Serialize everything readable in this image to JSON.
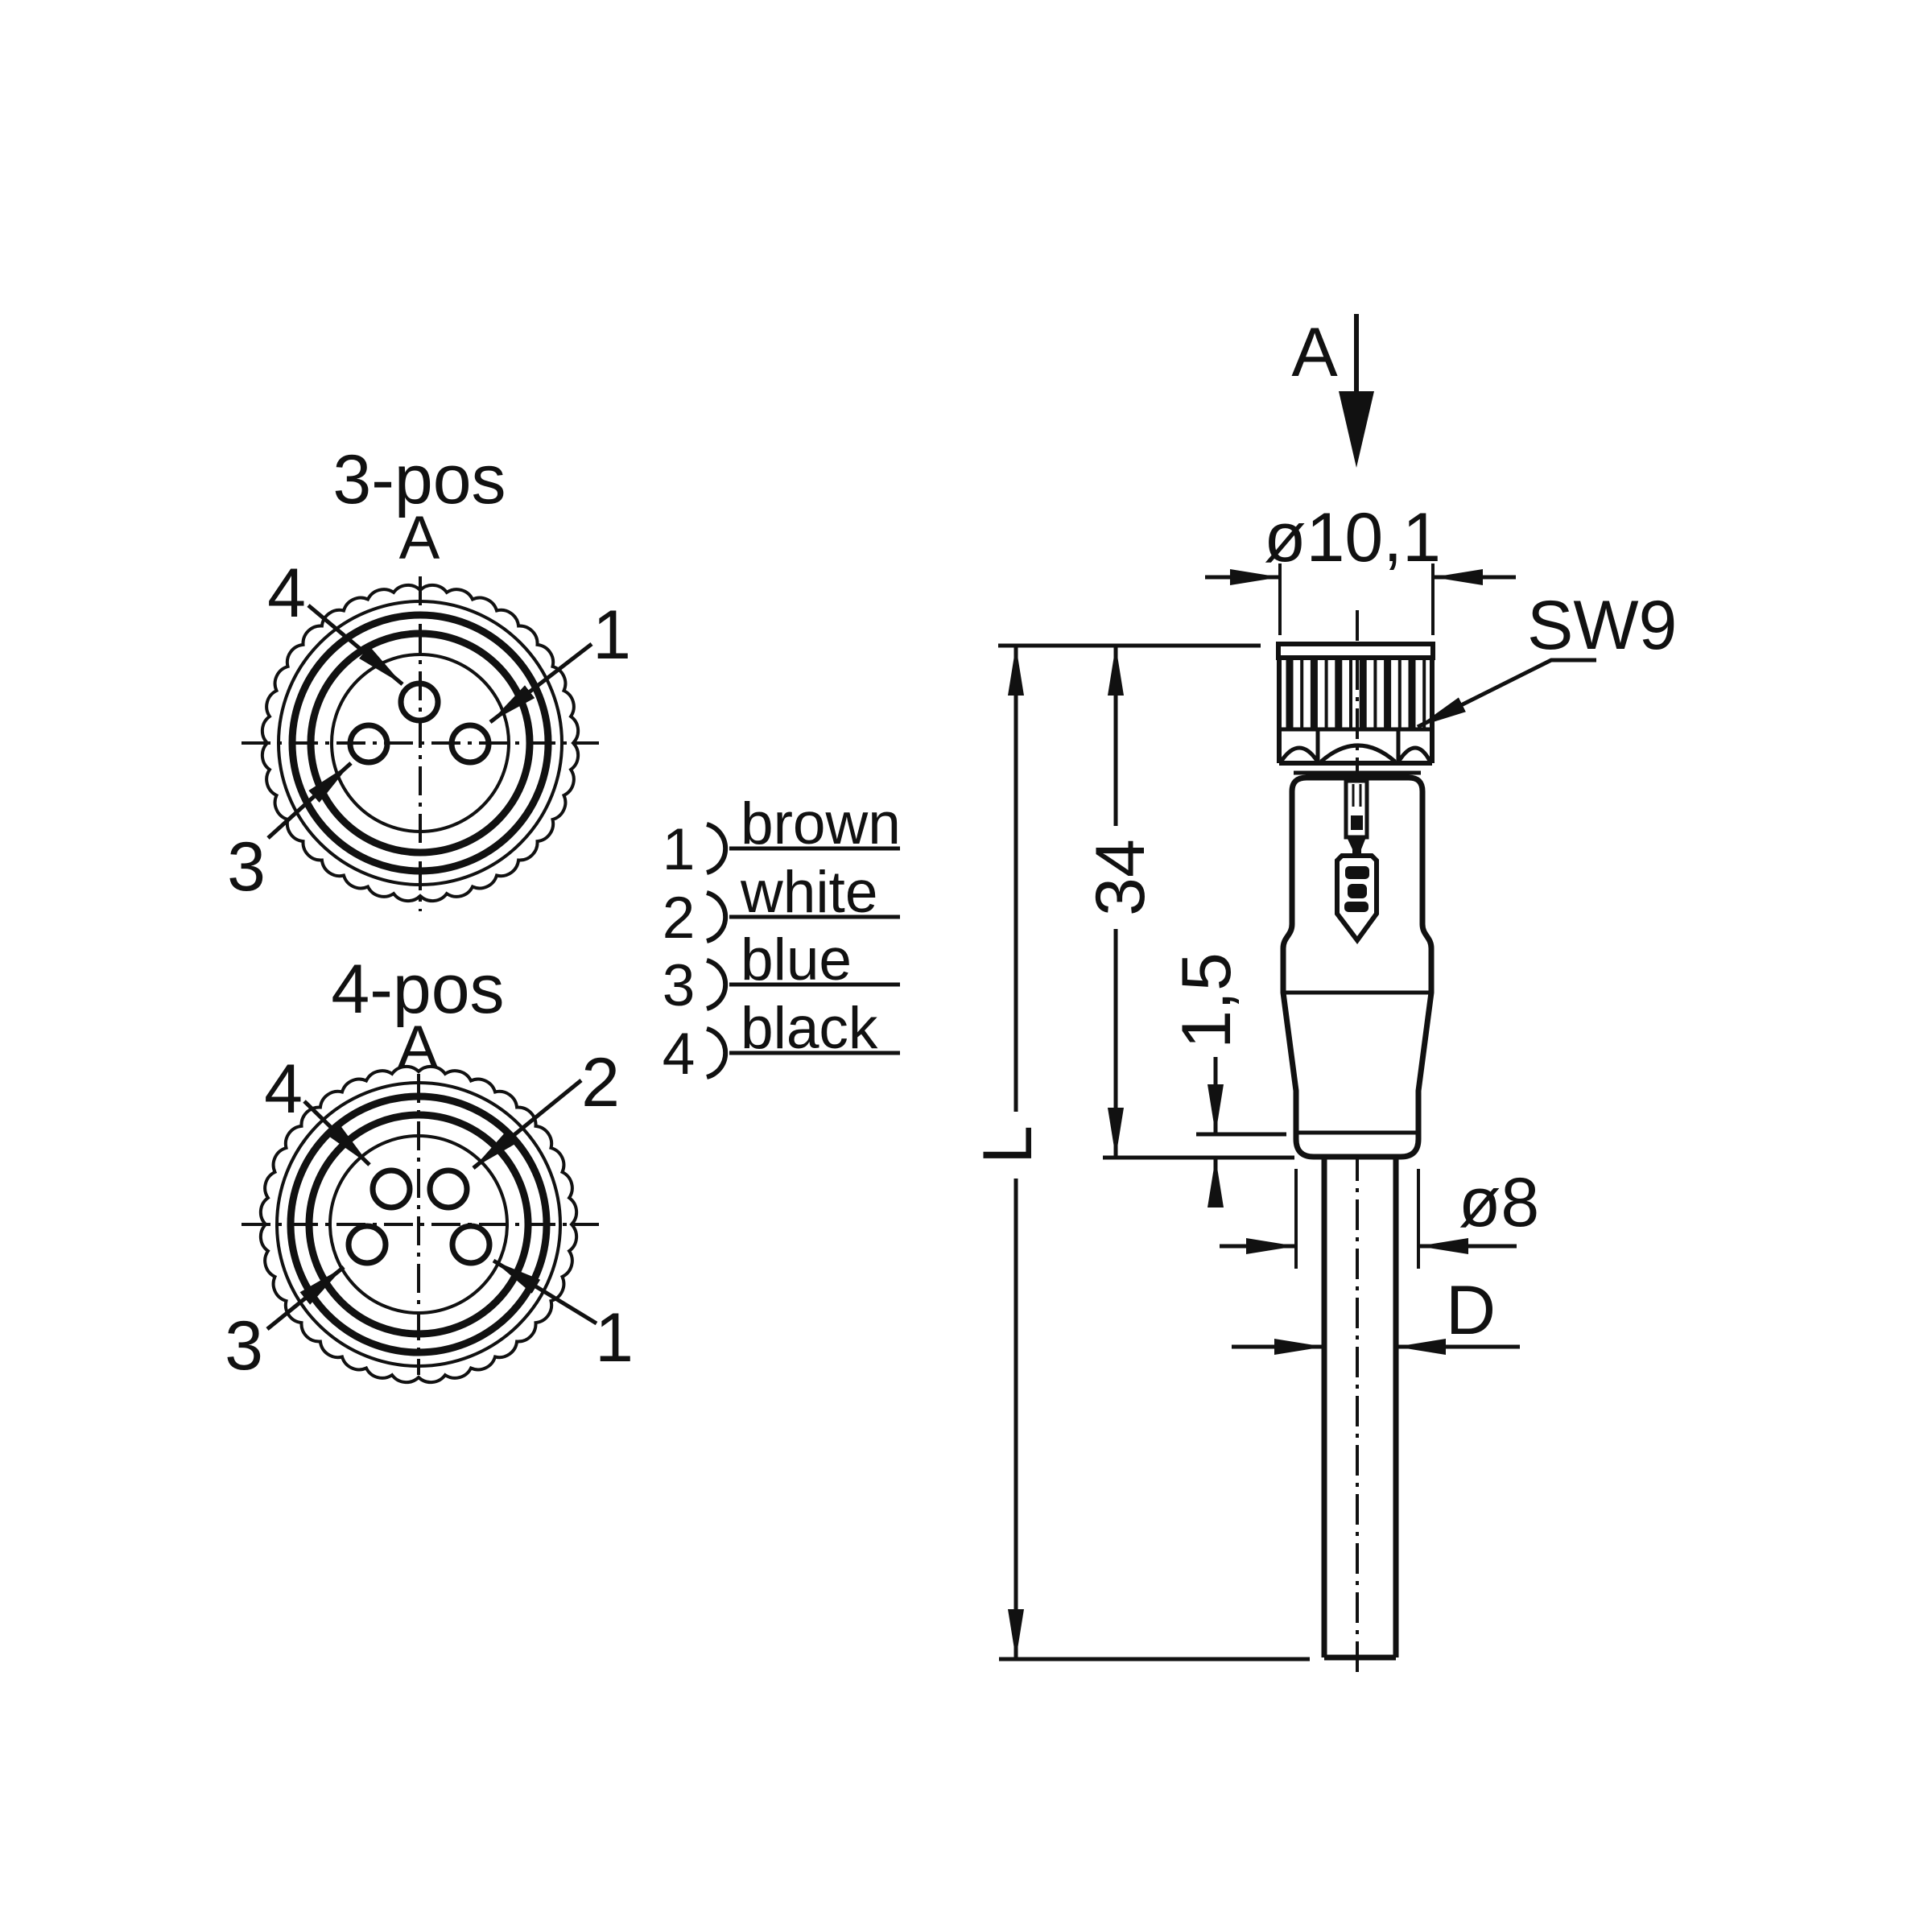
{
  "diagram": {
    "colors": {
      "ink": "#111111",
      "background": "#ffffff"
    },
    "face_views": [
      {
        "title": "3-pos",
        "section_label": "A",
        "pin_labels": [
          "4",
          "1",
          "3"
        ]
      },
      {
        "title": "4-pos",
        "section_label": "A",
        "pin_labels": [
          "4",
          "2",
          "3",
          "1"
        ]
      }
    ],
    "wire_legend": {
      "rows": [
        {
          "pin": "1",
          "color_name": "brown"
        },
        {
          "pin": "2",
          "color_name": "white"
        },
        {
          "pin": "3",
          "color_name": "blue"
        },
        {
          "pin": "4",
          "color_name": "black"
        }
      ]
    },
    "side_view": {
      "section_arrow_label": "A",
      "top_diameter": "ø10,1",
      "wrench_size": "SW9",
      "body_length": "34",
      "collar_thickness": "1,5",
      "overall_length": "L",
      "exit_diameter": "ø8",
      "cable_diameter": "D"
    }
  }
}
